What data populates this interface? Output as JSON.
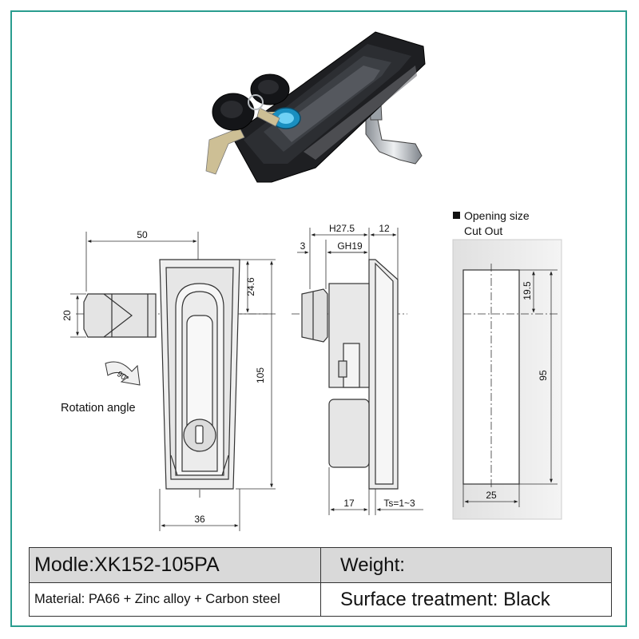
{
  "frame_color": "#2a9d8f",
  "front_view": {
    "dim_width_top": "50",
    "dim_cam_height": "20",
    "dim_top_offset": "24.6",
    "dim_height": "105",
    "dim_width_bottom": "36",
    "rotation_angle_value": "90°",
    "rotation_label": "Rotation angle"
  },
  "side_view": {
    "dim_h": "H27.5",
    "dim_12": "12",
    "dim_3": "3",
    "dim_gh": "GH19",
    "dim_17": "17",
    "dim_ts": "Ts=1~3"
  },
  "cutout": {
    "title_line1": "Opening size",
    "title_line2": "Cut Out",
    "dim_19_5": "19.5",
    "dim_95": "95",
    "dim_25": "25"
  },
  "specs": {
    "model": "Modle:XK152-105PA",
    "weight": "Weight:",
    "material": "Material: PA66 + Zinc alloy + Carbon steel",
    "surface": "Surface treatment: Black"
  }
}
